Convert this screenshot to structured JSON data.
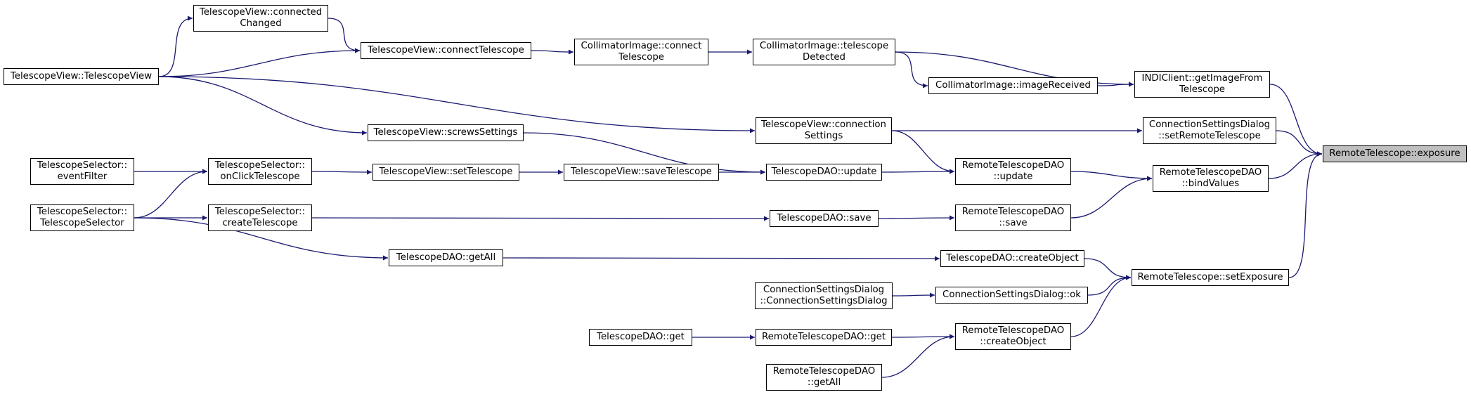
{
  "colors": {
    "edge": "#191970",
    "node_border": "#000000",
    "focus_fill": "#bfbfbf"
  },
  "nodes": [
    {
      "id": "tv_connected_changed",
      "lines": [
        "TelescopeView::connected",
        "Changed"
      ]
    },
    {
      "id": "tv_connect_telescope",
      "lines": [
        "TelescopeView::connectTelescope"
      ]
    },
    {
      "id": "ci_connect_telescope",
      "lines": [
        "CollimatorImage::connect",
        "Telescope"
      ]
    },
    {
      "id": "ci_telescope_detected",
      "lines": [
        "CollimatorImage::telescope",
        "Detected"
      ]
    },
    {
      "id": "tv_telescope_view",
      "lines": [
        "TelescopeView::TelescopeView"
      ]
    },
    {
      "id": "ci_image_received",
      "lines": [
        "CollimatorImage::imageReceived"
      ]
    },
    {
      "id": "indi_get_image",
      "lines": [
        "INDIClient::getImageFrom",
        "Telescope"
      ]
    },
    {
      "id": "tv_screws_settings",
      "lines": [
        "TelescopeView::screwsSettings"
      ]
    },
    {
      "id": "tv_connection_settings",
      "lines": [
        "TelescopeView::connection",
        "Settings"
      ]
    },
    {
      "id": "csd_set_remote",
      "lines": [
        "ConnectionSettingsDialog",
        "::setRemoteTelescope"
      ]
    },
    {
      "id": "rt_exposure",
      "lines": [
        "RemoteTelescope::exposure"
      ],
      "focus": true
    },
    {
      "id": "ts_event_filter",
      "lines": [
        "TelescopeSelector::",
        "eventFilter"
      ]
    },
    {
      "id": "ts_on_click",
      "lines": [
        "TelescopeSelector::",
        "onClickTelescope"
      ]
    },
    {
      "id": "tv_set_telescope",
      "lines": [
        "TelescopeView::setTelescope"
      ]
    },
    {
      "id": "tv_save_telescope",
      "lines": [
        "TelescopeView::saveTelescope"
      ]
    },
    {
      "id": "tdao_update",
      "lines": [
        "TelescopeDAO::update"
      ]
    },
    {
      "id": "rtdao_update",
      "lines": [
        "RemoteTelescopeDAO",
        "::update"
      ]
    },
    {
      "id": "rtdao_bind_values",
      "lines": [
        "RemoteTelescopeDAO",
        "::bindValues"
      ]
    },
    {
      "id": "ts_selector",
      "lines": [
        "TelescopeSelector::",
        "TelescopeSelector"
      ]
    },
    {
      "id": "ts_create_telescope",
      "lines": [
        "TelescopeSelector::",
        "createTelescope"
      ]
    },
    {
      "id": "tdao_save",
      "lines": [
        "TelescopeDAO::save"
      ]
    },
    {
      "id": "rtdao_save",
      "lines": [
        "RemoteTelescopeDAO",
        "::save"
      ]
    },
    {
      "id": "tdao_get_all",
      "lines": [
        "TelescopeDAO::getAll"
      ]
    },
    {
      "id": "tdao_create_object",
      "lines": [
        "TelescopeDAO::createObject"
      ]
    },
    {
      "id": "rt_set_exposure",
      "lines": [
        "RemoteTelescope::setExposure"
      ]
    },
    {
      "id": "csd_ctor",
      "lines": [
        "ConnectionSettingsDialog",
        "::ConnectionSettingsDialog"
      ]
    },
    {
      "id": "csd_ok",
      "lines": [
        "ConnectionSettingsDialog::ok"
      ]
    },
    {
      "id": "tdao_get",
      "lines": [
        "TelescopeDAO::get"
      ]
    },
    {
      "id": "rtdao_get",
      "lines": [
        "RemoteTelescopeDAO::get"
      ]
    },
    {
      "id": "rtdao_create_object",
      "lines": [
        "RemoteTelescopeDAO",
        "::createObject"
      ]
    },
    {
      "id": "rtdao_get_all",
      "lines": [
        "RemoteTelescopeDAO",
        "::getAll"
      ]
    }
  ],
  "edges": [
    {
      "from": "tv_telescope_view",
      "to": "tv_connected_changed"
    },
    {
      "from": "tv_connected_changed",
      "to": "tv_connect_telescope"
    },
    {
      "from": "tv_telescope_view",
      "to": "tv_connect_telescope"
    },
    {
      "from": "tv_connect_telescope",
      "to": "ci_connect_telescope"
    },
    {
      "from": "ci_connect_telescope",
      "to": "ci_telescope_detected"
    },
    {
      "from": "ci_telescope_detected",
      "to": "indi_get_image"
    },
    {
      "from": "ci_telescope_detected",
      "to": "ci_image_received"
    },
    {
      "from": "ci_image_received",
      "to": "indi_get_image"
    },
    {
      "from": "indi_get_image",
      "to": "rt_exposure"
    },
    {
      "from": "tv_telescope_view",
      "to": "tv_connection_settings"
    },
    {
      "from": "tv_telescope_view",
      "to": "tv_screws_settings"
    },
    {
      "from": "tv_connection_settings",
      "to": "csd_set_remote"
    },
    {
      "from": "csd_set_remote",
      "to": "rt_exposure"
    },
    {
      "from": "tv_connection_settings",
      "to": "rtdao_update"
    },
    {
      "from": "tv_screws_settings",
      "to": "tdao_update"
    },
    {
      "from": "ts_event_filter",
      "to": "ts_on_click"
    },
    {
      "from": "ts_selector",
      "to": "ts_on_click"
    },
    {
      "from": "ts_on_click",
      "to": "tv_set_telescope"
    },
    {
      "from": "tv_set_telescope",
      "to": "tv_save_telescope"
    },
    {
      "from": "tv_save_telescope",
      "to": "tdao_update"
    },
    {
      "from": "tdao_update",
      "to": "rtdao_update"
    },
    {
      "from": "rtdao_update",
      "to": "rtdao_bind_values"
    },
    {
      "from": "rtdao_bind_values",
      "to": "rt_exposure"
    },
    {
      "from": "ts_selector",
      "to": "ts_create_telescope"
    },
    {
      "from": "ts_create_telescope",
      "to": "tdao_save"
    },
    {
      "from": "tdao_save",
      "to": "rtdao_save"
    },
    {
      "from": "rtdao_save",
      "to": "rtdao_bind_values"
    },
    {
      "from": "ts_selector",
      "to": "tdao_get_all"
    },
    {
      "from": "tdao_get_all",
      "to": "tdao_create_object"
    },
    {
      "from": "tdao_create_object",
      "to": "rt_set_exposure"
    },
    {
      "from": "csd_ctor",
      "to": "csd_ok"
    },
    {
      "from": "csd_ok",
      "to": "rt_set_exposure"
    },
    {
      "from": "tdao_get",
      "to": "rtdao_get"
    },
    {
      "from": "rtdao_get",
      "to": "rtdao_create_object"
    },
    {
      "from": "rtdao_get_all",
      "to": "rtdao_create_object"
    },
    {
      "from": "rtdao_create_object",
      "to": "rt_set_exposure"
    },
    {
      "from": "rt_set_exposure",
      "to": "rt_exposure"
    }
  ]
}
